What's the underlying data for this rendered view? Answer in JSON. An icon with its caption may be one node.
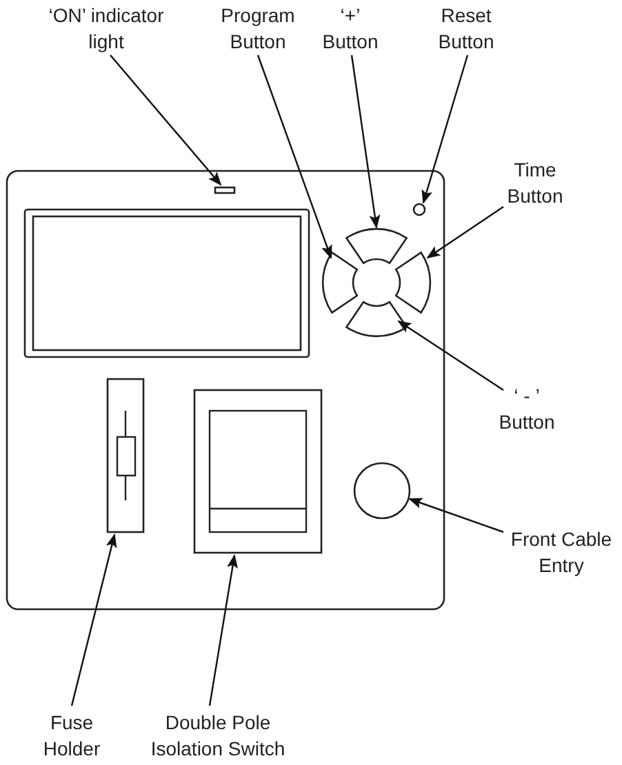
{
  "diagram": {
    "nodes": [
      {
        "text": [
          "‘ON’ indicator light"
        ]
      },
      {
        "text": [
          "Program Button"
        ]
      },
      {
        "text": [
          "‘+’ Button"
        ]
      },
      {
        "text": [
          "Reset Button"
        ]
      },
      {
        "text": [
          "Time Button"
        ]
      },
      {
        "text": [
          "‘ - ’ Button"
        ]
      },
      {
        "text": [
          "Front Cable Entry"
        ]
      },
      {
        "text": [
          "Fuse Holder"
        ]
      },
      {
        "text": [
          "Double Pole Isolation Switch"
        ]
      },
      {
        "text": [],
        "shape": "bar"
      },
      {
        "text": [],
        "shape": "button"
      },
      {
        "text": [],
        "shape": "button"
      },
      {
        "text": [],
        "shape": "circle"
      },
      {
        "text": [],
        "shape": "button"
      },
      {
        "text": [],
        "shape": "button"
      },
      {
        "text": [],
        "shape": "circle"
      },
      {
        "text": [],
        "shape": "box"
      },
      {
        "text": [],
        "shape": "box"
      }
    ],
    "edges": [
      {
        "from": 0,
        "to": 9,
        "arrow": "to"
      },
      {
        "from": 1,
        "to": 10,
        "arrow": "to"
      },
      {
        "from": 2,
        "to": 11,
        "arrow": "to"
      },
      {
        "from": 3,
        "to": 12,
        "arrow": "to"
      },
      {
        "from": 4,
        "to": 13,
        "arrow": "to"
      },
      {
        "from": 5,
        "to": 14,
        "arrow": "to"
      },
      {
        "from": 6,
        "to": 15,
        "arrow": "to"
      },
      {
        "from": 7,
        "to": 16,
        "arrow": "to"
      },
      {
        "from": 8,
        "to": 17,
        "arrow": "to"
      }
    ]
  }
}
